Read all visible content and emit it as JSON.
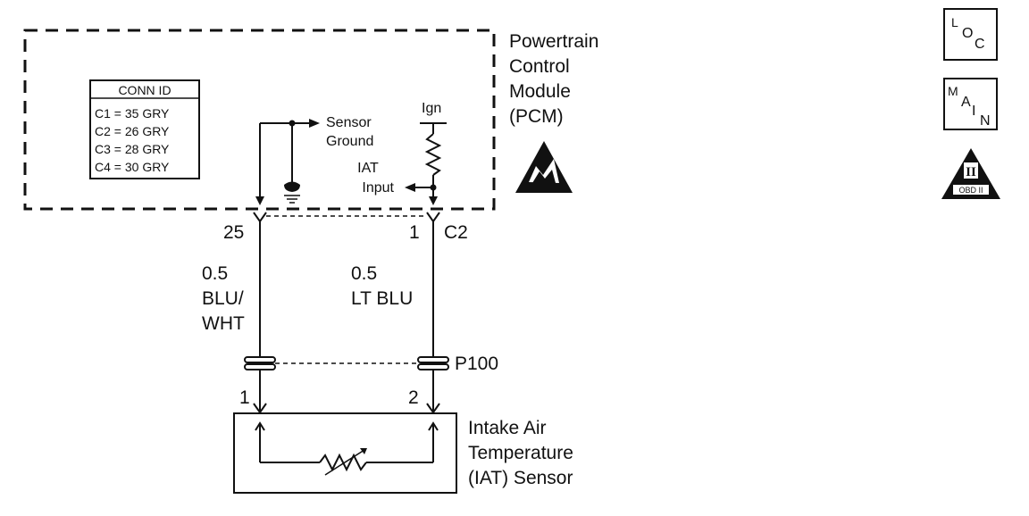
{
  "pcm": {
    "title_lines": [
      "Powertrain",
      "Control",
      "Module",
      "(PCM)"
    ],
    "conn_table": {
      "header": "CONN ID",
      "rows": [
        "C1 = 35 GRY",
        "C2 = 26 GRY",
        "C3 = 28 GRY",
        "C4 = 30 GRY"
      ]
    },
    "sensor_ground_lines": [
      "Sensor",
      "Ground"
    ],
    "ign_label": "Ign",
    "iat_input_lines": [
      "IAT",
      "Input"
    ]
  },
  "connectors": {
    "pin_left": "25",
    "pin_right": "1",
    "connector_id": "C2",
    "inline_id": "P100",
    "sensor_pin_left": "1",
    "sensor_pin_right": "2"
  },
  "wires": {
    "left": {
      "gauge": "0.5",
      "color_lines": [
        "BLU/",
        "WHT"
      ]
    },
    "right": {
      "gauge": "0.5",
      "color_lines": [
        "LT BLU"
      ]
    }
  },
  "sensor": {
    "title_lines": [
      "Intake Air",
      "Temperature",
      "(IAT) Sensor"
    ]
  },
  "symbols": {
    "loc": {
      "letters": [
        "L",
        "O",
        "C"
      ]
    },
    "main": {
      "letters": [
        "M",
        "A",
        "I",
        "N"
      ]
    },
    "obd": {
      "badge": "II",
      "text": "OBD II"
    }
  }
}
